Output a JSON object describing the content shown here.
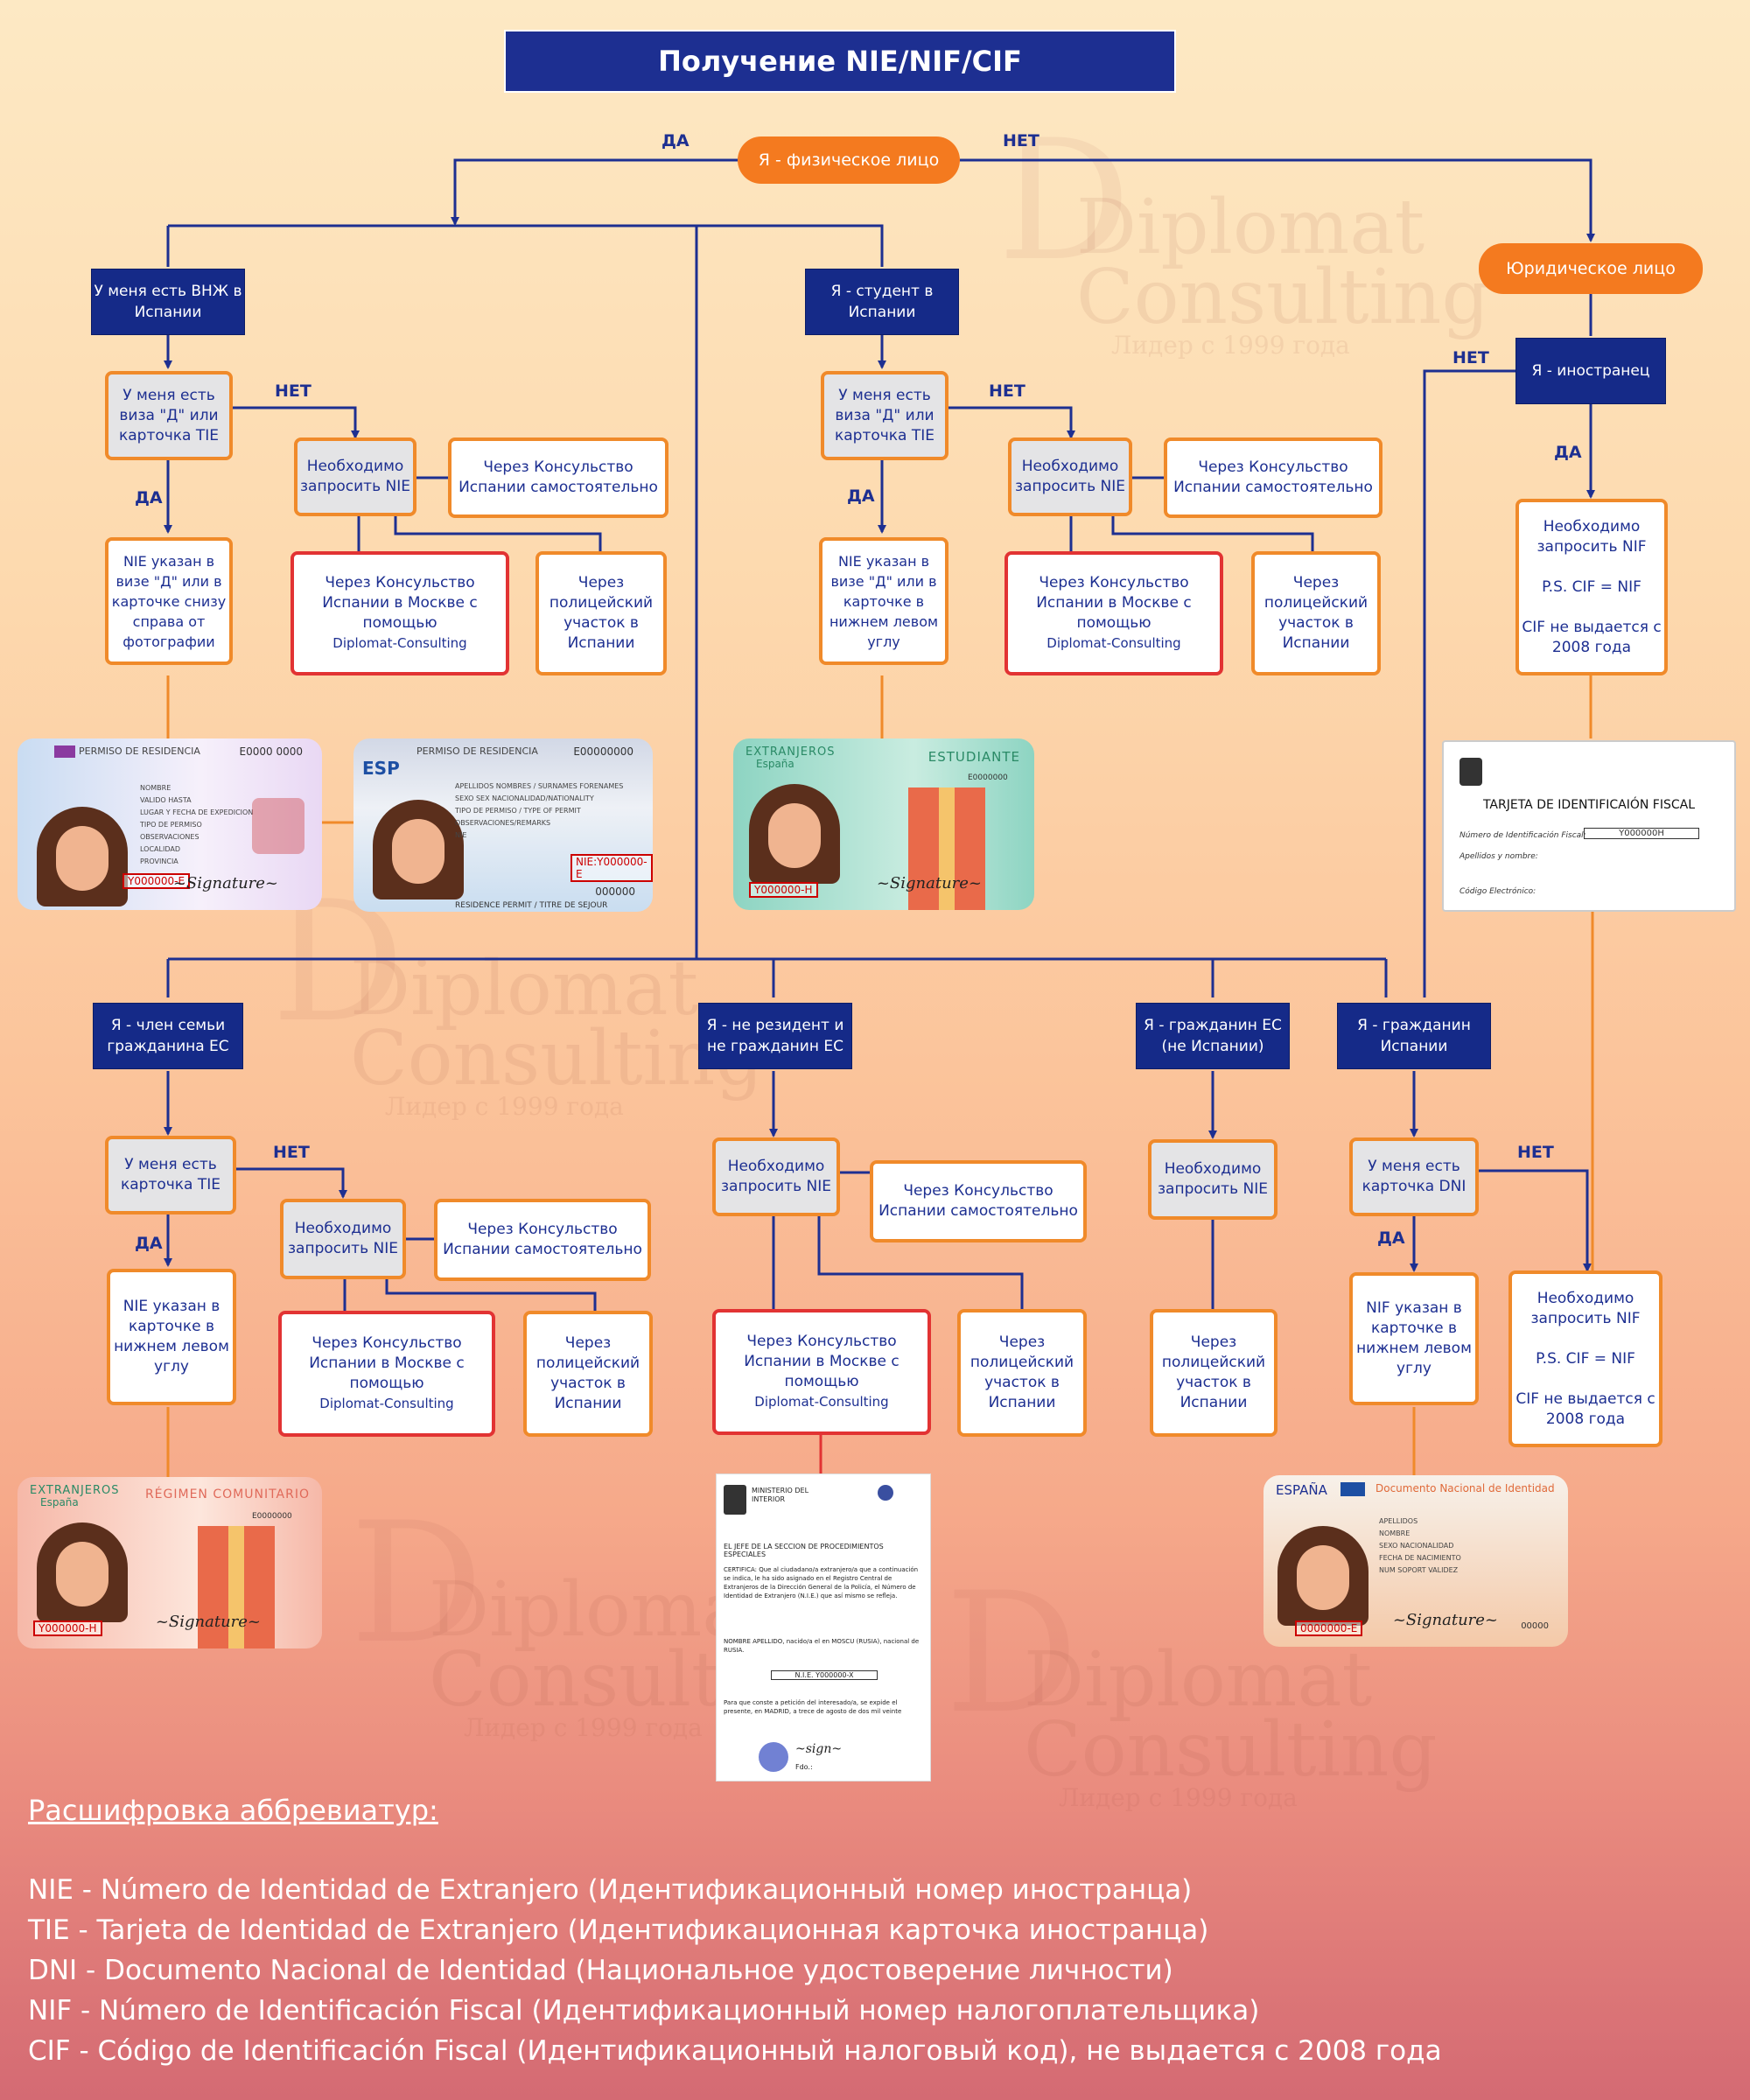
{
  "title": "Получение NIE/NIF/CIF",
  "start": "Я - физическое лицо",
  "legal": "Юридическое лицо",
  "yes": "ДА",
  "no": "НЕТ",
  "nodes": {
    "vnzh": "У меня есть ВНЖ в Испании",
    "student": "Я - студент в Испании",
    "foreigner": "Я - иностранец",
    "eu_family": "Я - член семьи гражданина ЕС",
    "non_resident": "Я - не резидент и не гражданин ЕС",
    "eu_citizen": "Я - гражданин ЕС (не Испании)",
    "spain_citizen": "Я - гражданин Испании"
  },
  "boxes": {
    "visa_tie": "У меня есть виза \"Д\" или карточка TIE",
    "need_nie": "Необходимо запросить NIE",
    "consulate_self": "Через Консульство Испании самостоятельно",
    "consulate_moscow": "Через Консульство Испании в Москве с помощью",
    "diplomat": "Diplomat-Consulting",
    "police": "Через полицейский участок в Испании",
    "nie_visa_photo": "NIE указан в визе \"Д\" или в карточке снизу справа от фотографии",
    "nie_visa_left": "NIE указан в визе \"Д\" или в карточке в нижнем левом углу",
    "need_nif_p1": "Необходимо запросить NIF",
    "need_nif_p2": "P.S. CIF = NIF",
    "need_nif_p3": "CIF не выдается с 2008 года",
    "have_tie": "У меня есть карточка TIE",
    "nie_card_left": "NIE указан в карточке в нижнем левом углу",
    "have_dni": "У меня есть карточка DNI",
    "nif_card_left": "NIF указан в карточке в нижнем левом углу"
  },
  "cards": {
    "permiso": "PERMISO DE RESIDENCIA",
    "permiso_num": "E0000 0000",
    "permiso_id": "Y000000-E",
    "esp": "ESP",
    "permiso2_num": "E00000000",
    "permiso2_id": "NIE:Y000000-E",
    "permiso2_code": "000000",
    "permiso2_footer": "RESIDENCE PERMIT / TITRE DE SEJOUR",
    "extranjeros": "EXTRANJEROS",
    "espana_small": "España",
    "estudiante": "ESTUDIANTE",
    "student_num": "E0000000",
    "student_id": "Y000000-H",
    "regimen": "RÉGIMEN COMUNITARIO",
    "regimen_num": "E0000000",
    "regimen_id": "Y000000-H",
    "espana": "ESPAÑA",
    "dni_title": "Documento Nacional de Identidad",
    "dni_id": "0000000-E",
    "dni_code": "00000",
    "fiscal_title": "TARJETA DE IDENTIFICAIÓN FISCAL",
    "fiscal_l1": "Número de Identificación Fiscal:",
    "fiscal_value": "Y000000H",
    "fiscal_l2": "Apellidos y nombre:",
    "fiscal_l3": "Código Electrónico:",
    "ministerio": "MINISTERIO DEL INTERIOR",
    "cert_head": "EL JEFE DE LA SECCION DE PROCEDIMIENTOS ESPECIALES",
    "cert_body": "CERTIFICA: Que al ciudadano/a extranjero/a que a continuación se indica, le ha sido asignado en el Registro Central de Extranjeros de la Dirección General de la Policía, el Número de Identidad de Extranjero (N.I.E.) que así mismo se refleja.",
    "cert_name": "NOMBRE APELLIDO, nacido/a el en MOSCU (RUSIA), nacional de RUSIA.",
    "cert_nie": "N.I.E. Y000000-X",
    "cert_foot": "Para que conste a petición del interesado/a, se expide el presente, en MADRID, a trece de agosto de dos mil veinte",
    "cert_fdo": "Fdo.:"
  },
  "legend": {
    "title": "Расшифровка аббревиатур:",
    "items": [
      "NIE - Número de Identidad de Extranjero (Идентификационный номер иностранца)",
      "TIE - Tarjeta de Identidad de Extranjero (Идентификационная карточка иностранца)",
      "DNI - Documento Nacional de Identidad (Национальное удостоверение личности)",
      "NIF - Número de Identificación Fiscal (Идентификационный номер налогоплательщика)",
      "CIF - Código de Identificación Fiscal (Идентификационный налоговый код), не выдается с 2008 года"
    ]
  },
  "watermark": [
    "Diplomat",
    "Consulting",
    "Лидер с 1999 года"
  ],
  "colors": {
    "navy": "#152a88",
    "orange": "#f47a1f",
    "red": "#e23333"
  }
}
